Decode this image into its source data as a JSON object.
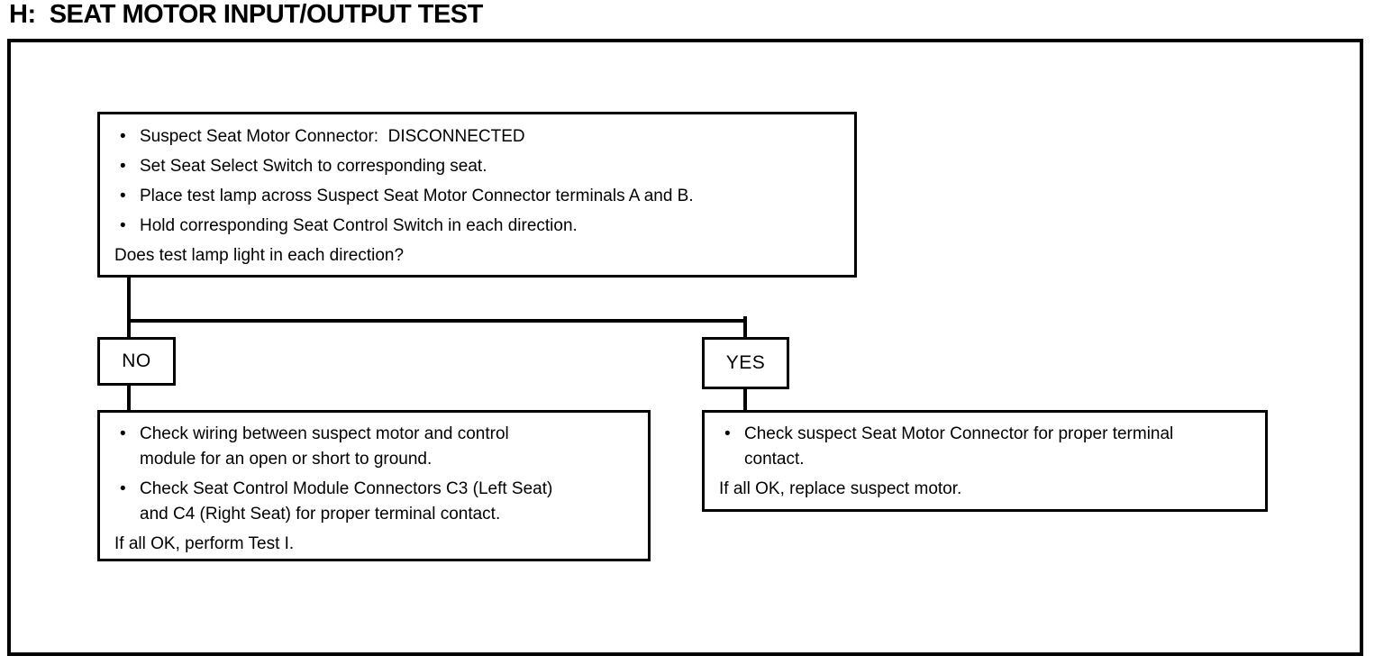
{
  "title": "H:  SEAT MOTOR INPUT/OUTPUT TEST",
  "colors": {
    "ink": "#000000",
    "paper": "#ffffff"
  },
  "flowchart": {
    "bullet_glyph": "•",
    "condition_box": {
      "steps": [
        "Suspect Seat Motor Connector:  DISCONNECTED",
        "Set Seat Select Switch to corresponding seat.",
        "Place test lamp across Suspect Seat Motor Connector terminals A and B.",
        "Hold corresponding Seat Control Switch in each direction."
      ],
      "question": "Does test lamp light in each direction?"
    },
    "no_branch": {
      "label": "NO",
      "result_box": {
        "steps": [
          "Check wiring between suspect motor and control\nmodule for an open or short to ground.",
          "Check Seat Control Module Connectors C3 (Left Seat)\nand C4 (Right Seat) for proper terminal contact."
        ],
        "conclusion": "If all OK, perform Test I."
      }
    },
    "yes_branch": {
      "label": "YES",
      "result_box": {
        "steps": [
          "Check suspect Seat Motor Connector for proper terminal\ncontact."
        ],
        "conclusion": "If all OK, replace suspect motor."
      }
    }
  }
}
